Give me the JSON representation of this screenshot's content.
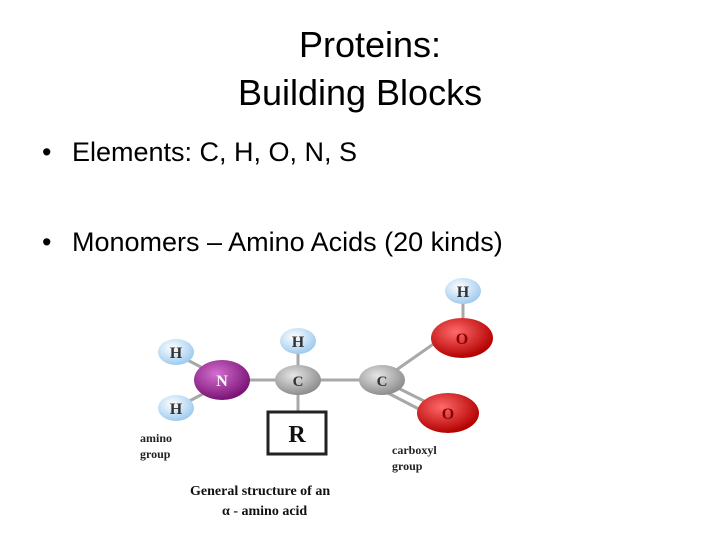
{
  "slide": {
    "title_line1": "Proteins:",
    "title_line2": "Building Blocks",
    "bullets": [
      "Elements: C, H, O, N, S",
      "Monomers – Amino Acids (20 kinds)"
    ]
  },
  "diagram": {
    "atoms": {
      "h_top_left": "H",
      "h_bottom_left": "H",
      "n": "N",
      "h_alpha": "H",
      "c_alpha": "C",
      "c_carboxyl": "C",
      "h_hydroxyl": "H",
      "o_hydroxyl": "O",
      "o_double": "O",
      "r_group": "R"
    },
    "amino_label_1": "amino",
    "amino_label_2": "group",
    "carboxyl_label_1": "carboxyl",
    "carboxyl_label_2": "group",
    "caption_line1": "General structure of an",
    "caption_line2": "α - amino acid",
    "colors": {
      "hydrogen": "#bfe0f7",
      "nitrogen": "#a0239a",
      "carbon": "#b8b8b8",
      "oxygen": "#e01717"
    }
  }
}
